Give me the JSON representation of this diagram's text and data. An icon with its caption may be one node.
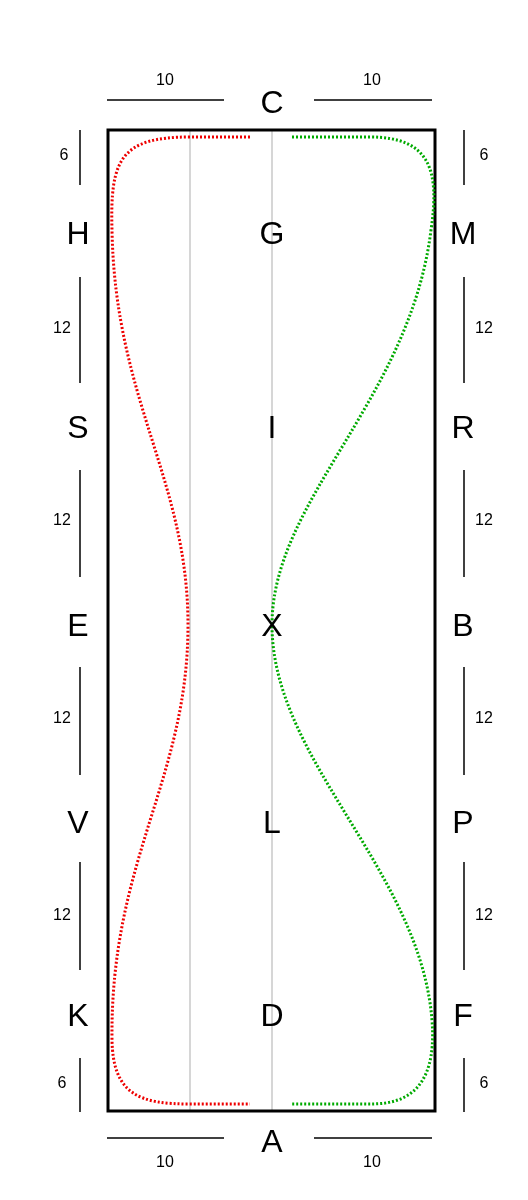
{
  "diagram": {
    "labels": [
      "10",
      "C",
      "10",
      "6",
      "6",
      "H",
      "G",
      "M",
      "12",
      "12",
      "S",
      "I",
      "R",
      "12",
      "12",
      "E",
      "X",
      "B",
      "12",
      "12",
      "V",
      "L",
      "P",
      "12",
      "12",
      "K",
      "D",
      "F",
      "6",
      "6",
      "A",
      "10",
      "10"
    ]
  }
}
